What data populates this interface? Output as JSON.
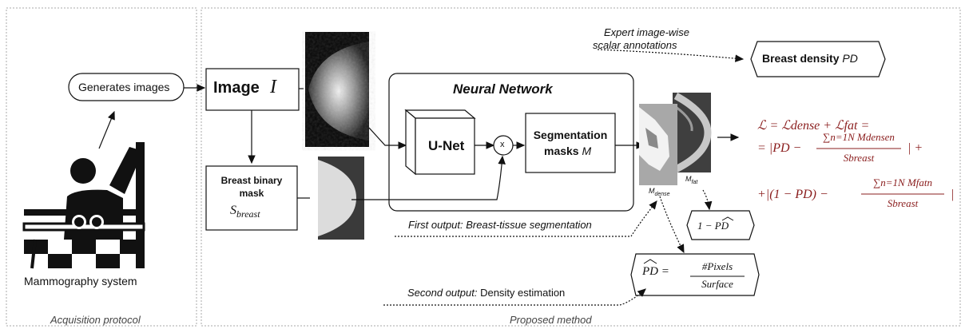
{
  "acquisition": {
    "generates_label": "Generates images",
    "system_label": "Mammography system",
    "section_label": "Acquisition protocol"
  },
  "method": {
    "section_label": "Proposed method",
    "image_label": "Image",
    "image_symbol": "I",
    "mask_label_line1": "Breast binary",
    "mask_label_line2": "mask",
    "mask_symbol": "S",
    "mask_symbol_sub": "breast",
    "nn_title": "Neural Network",
    "unet_label": "U-Net",
    "multiply_symbol": "x",
    "seg_line1": "Segmentation",
    "seg_line2": "masks",
    "seg_symbol": "M",
    "m_dense_label": "M",
    "m_dense_sub": "dense",
    "m_fat_label": "M",
    "m_fat_sub": "fat",
    "expert_line1": "Expert image-wise",
    "expert_line2": "scalar annotations",
    "density_label": "Breast density",
    "density_symbol": "PD",
    "first_output": "First output: Breast-tissue segmentation",
    "second_output_prefix": "Second output:",
    "second_output_rest": " Density estimation",
    "one_minus_pd": "1 − PD",
    "pd_formula_lhs": "PD",
    "pd_formula_num": "#Pixels",
    "pd_formula_den": "Surface"
  },
  "loss": {
    "line1": "ℒ = ℒdense + ℒfat =",
    "line2_lhs": "= |PD −",
    "line2_num": "∑n=1N Mdensen",
    "line2_den": "Sbreast",
    "line2_rhs": "| +",
    "line3_lhs": "+|(1 − PD) −",
    "line3_num": "∑n=1N Mfatn",
    "line3_den": "Sbreast",
    "line3_rhs": "|"
  },
  "colors": {
    "loss_text": "#8a1d1d",
    "dashed_frame": "#aaaaaa",
    "mammo_dark": "#111111",
    "mask_bg": "#3a3a3a",
    "mask_fg": "#dcdcdc"
  }
}
